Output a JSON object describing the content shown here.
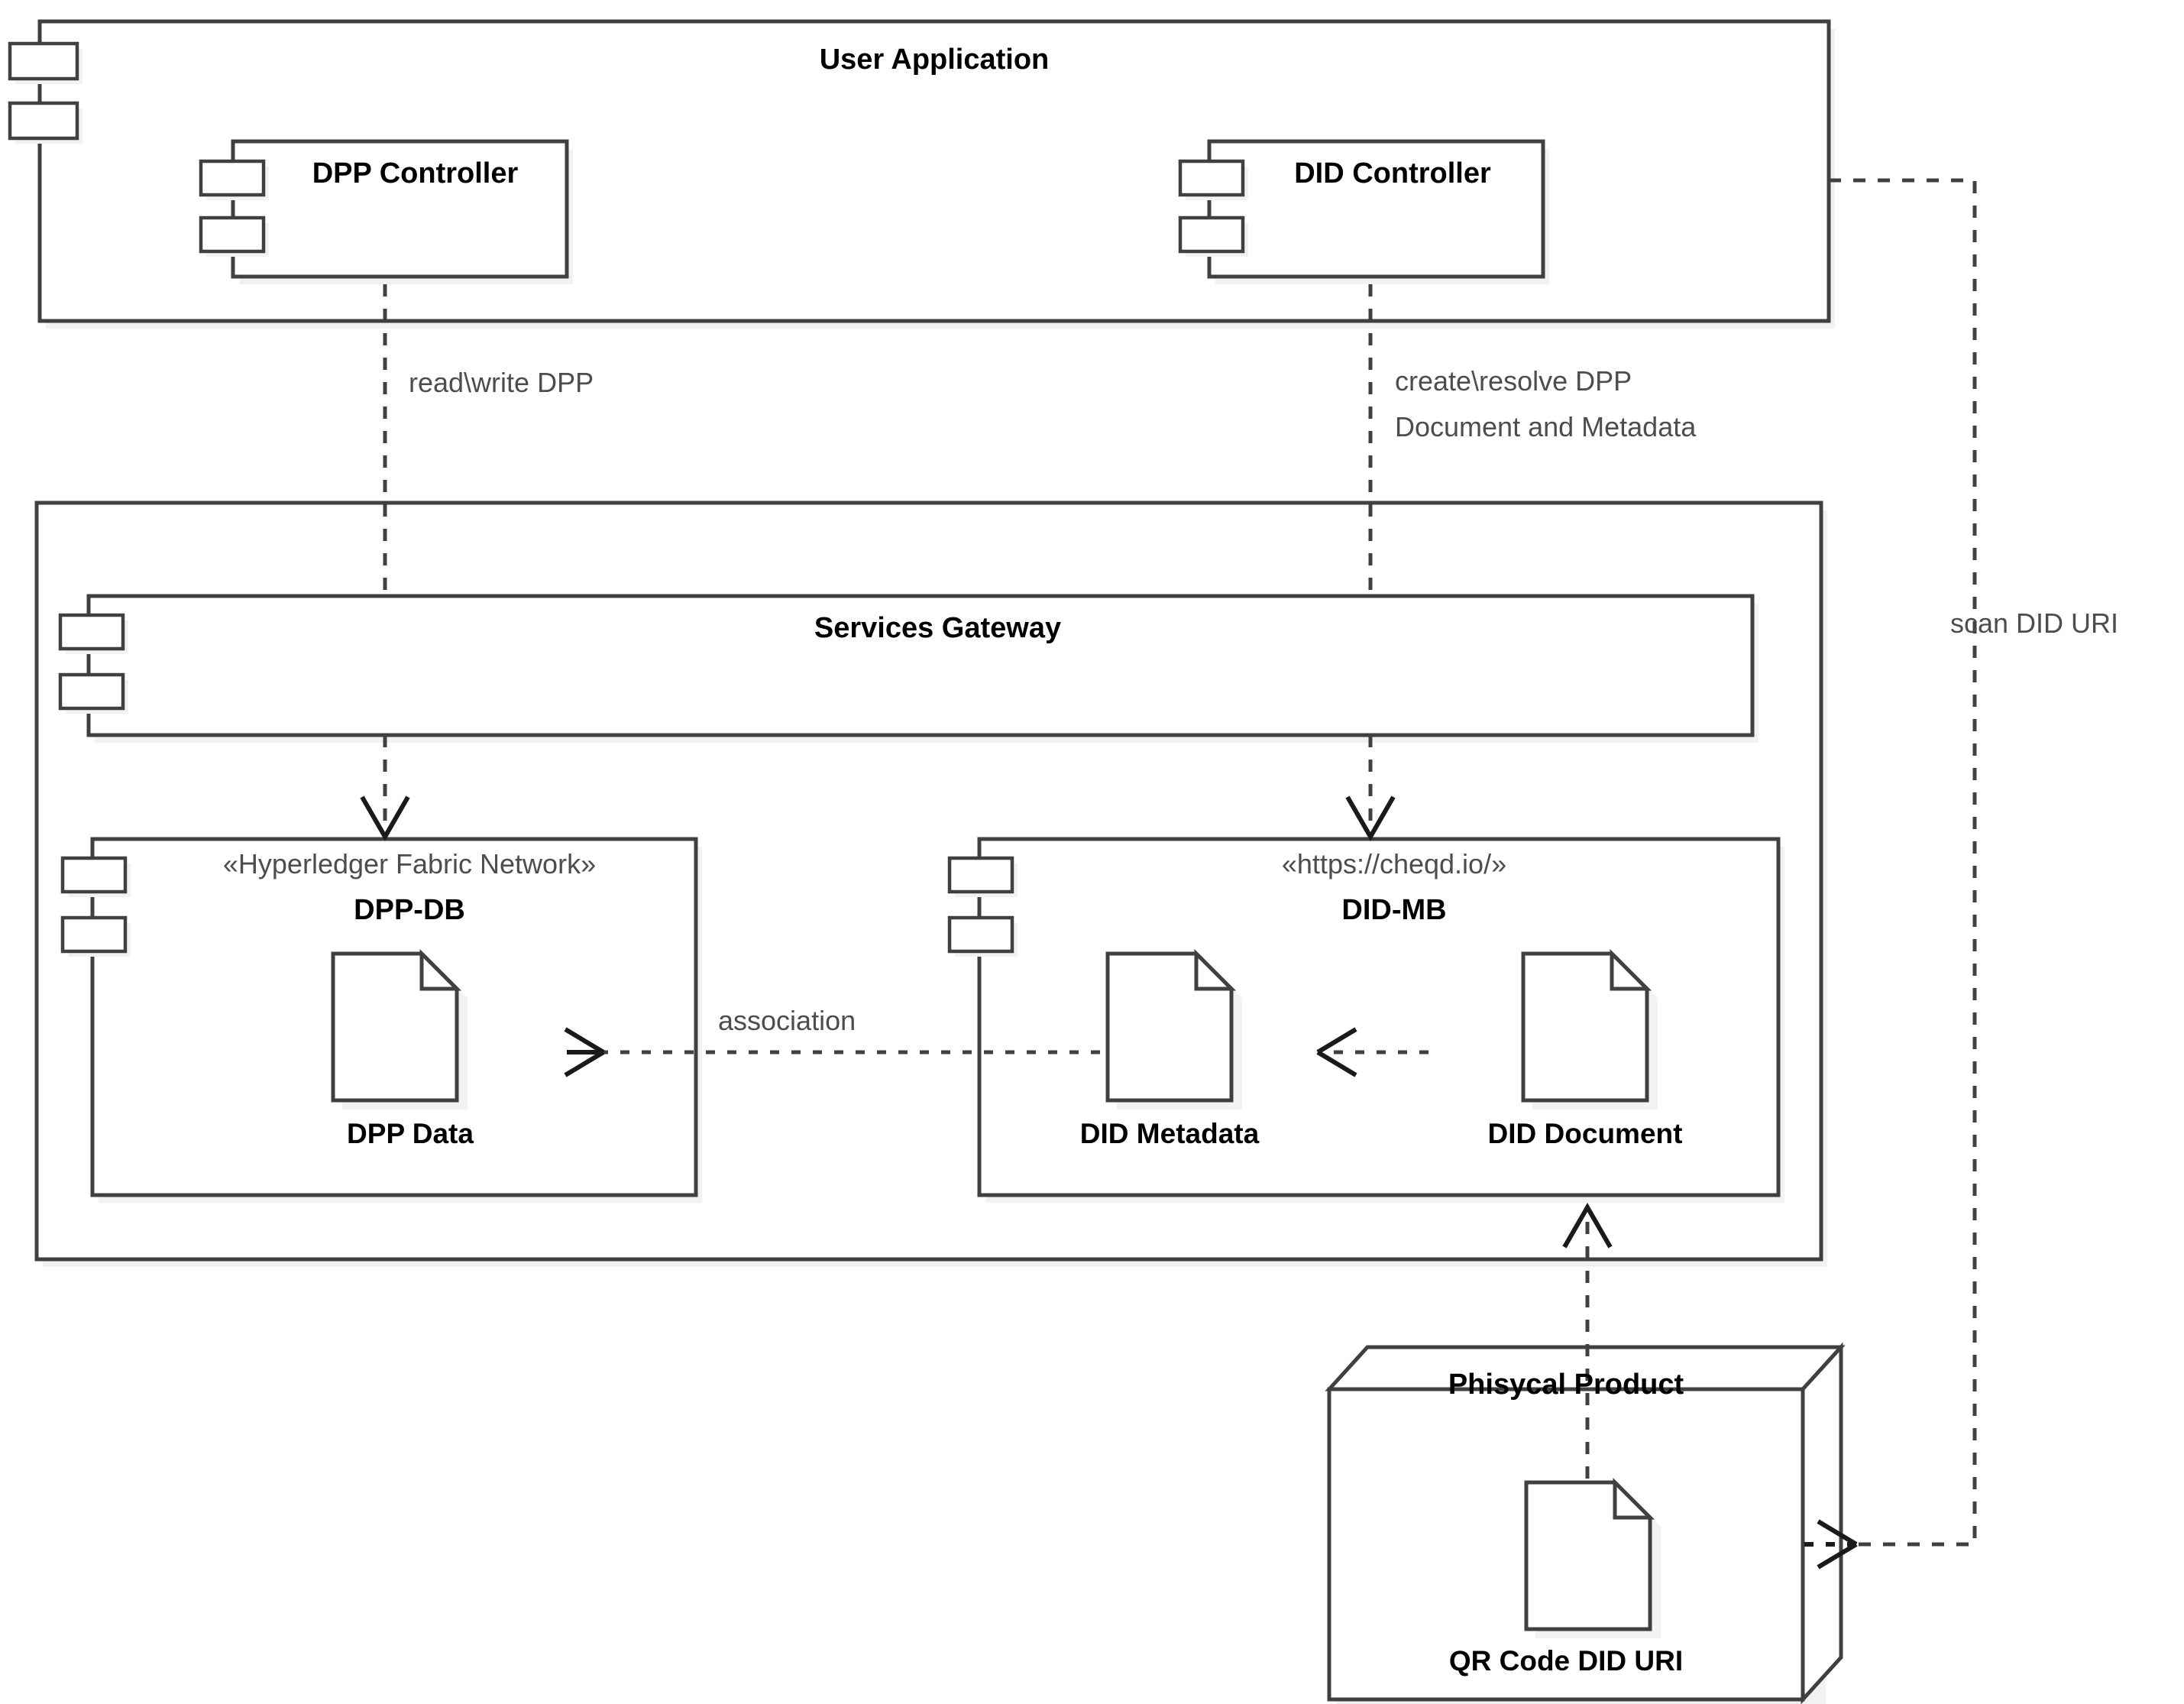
{
  "diagram": {
    "kind": "UML deployment / component diagram",
    "background": "#ffffff",
    "line_color": "#404040",
    "shadow_color": "#f2f2f2",
    "text_color": "#000000",
    "muted_text_color": "#4d4d4d"
  },
  "nodes": {
    "user_application": {
      "title": "User Application",
      "icon": "component-icon",
      "components": [
        {
          "title": "DPP Controller",
          "icon": "component-icon"
        },
        {
          "title": "DID Controller",
          "icon": "component-icon"
        }
      ]
    },
    "backend_container": {
      "title": "",
      "services_gateway": {
        "title": "Services Gateway",
        "icon": "component-icon"
      },
      "dpp_db": {
        "stereotype": "«Hyperledger Fabric Network»",
        "title": "DPP-DB",
        "icon": "component-icon",
        "artifacts": [
          {
            "label": "DPP Data",
            "icon": "document-icon"
          }
        ]
      },
      "did_mb": {
        "stereotype": "«https://cheqd.io/»",
        "title": "DID-MB",
        "icon": "component-icon",
        "artifacts": [
          {
            "label": "DID Metadata",
            "icon": "document-icon"
          },
          {
            "label": "DID Document",
            "icon": "document-icon"
          }
        ]
      }
    },
    "physical_product": {
      "title": "Phisycal Product",
      "icon": "node-3d-icon",
      "artifacts": [
        {
          "label": "QR Code DID URI",
          "icon": "document-icon"
        }
      ]
    }
  },
  "edges": [
    {
      "id": "e1",
      "label": "read\\write DPP",
      "style": "dashed",
      "arrow": "open"
    },
    {
      "id": "e2",
      "label": "create\\resolve DPP\nDocument and Metadata",
      "line1": "create\\resolve DPP",
      "line2": "Document and Metadata",
      "style": "dashed",
      "arrow": "open"
    },
    {
      "id": "e3",
      "label": "association",
      "style": "dashed",
      "arrow": "open"
    },
    {
      "id": "e4",
      "label": "",
      "style": "dashed",
      "arrow": "open"
    },
    {
      "id": "e5",
      "label": "",
      "style": "dashed",
      "arrow": "open"
    },
    {
      "id": "e6",
      "label": "scan DID URI",
      "style": "dashed",
      "arrow": "open"
    }
  ],
  "labels": {
    "user_application": "User Application",
    "dpp_controller": "DPP Controller",
    "did_controller": "DID Controller",
    "services_gateway": "Services Gateway",
    "dpp_db_stereotype": "«Hyperledger Fabric Network»",
    "dpp_db": "DPP-DB",
    "dpp_data": "DPP Data",
    "did_mb_stereotype": "«https://cheqd.io/»",
    "did_mb": "DID-MB",
    "did_metadata": "DID Metadata",
    "did_document": "DID Document",
    "physical_product": "Phisycal Product",
    "qr_code_did_uri": "QR Code DID URI",
    "edge_read_write": "read\\write DPP",
    "edge_create_resolve_l1": "create\\resolve DPP",
    "edge_create_resolve_l2": "Document and Metadata",
    "edge_association": "association",
    "edge_scan": "scan DID URI"
  }
}
